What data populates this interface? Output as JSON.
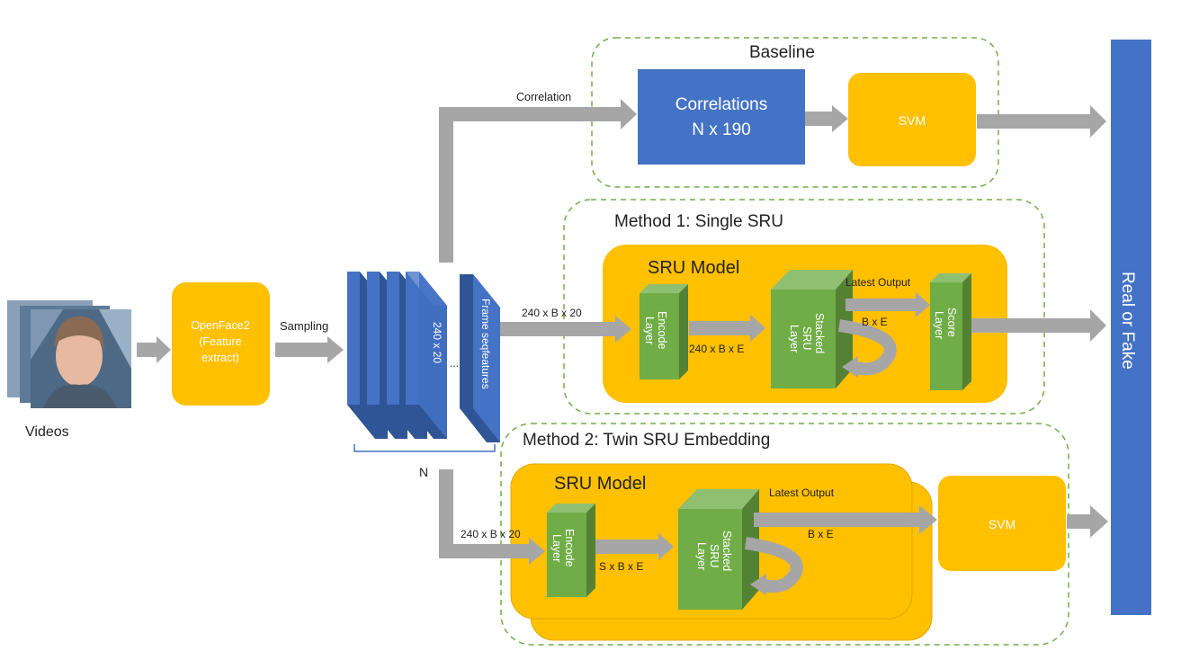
{
  "inputs": {
    "videos_label": "Videos",
    "openface": [
      "OpenFace2",
      "(Feature",
      "extract)"
    ],
    "sampling_label": "Sampling",
    "feature_stack_label": "240 x 20",
    "ellipsis": "...",
    "frame_seq_label": "Frame seqfeatures",
    "n_label": "N"
  },
  "baseline": {
    "title": "Baseline",
    "correlation_label": "Correlation",
    "correlations_box": [
      "Correlations",
      "N x 190"
    ],
    "svm_label": "SVM"
  },
  "method1": {
    "title": "Method 1: Single SRU",
    "sru_model_title": "SRU Model",
    "input_label": "240 x B x 20",
    "encode_layer": [
      "Encode",
      "Layer"
    ],
    "encode_out_label": "240 x B x E",
    "stacked_sru": [
      "Stacked",
      "SRU",
      "Layer"
    ],
    "latest_output_label": "Latest Output",
    "bxe_label": "B x E",
    "score_layer": [
      "Score",
      "Layer"
    ]
  },
  "method2": {
    "title": "Method 2: Twin SRU Embedding",
    "sru_model_title": "SRU Model",
    "input_label": "240 x B x 20",
    "encode_layer": [
      "Encode",
      "Layer"
    ],
    "encode_out_label": "S x B x E",
    "stacked_sru": [
      "Stacked",
      "SRU",
      "Layer"
    ],
    "latest_output_label": "Latest Output",
    "bxe_label": "B x E",
    "svm_label": "SVM"
  },
  "output": {
    "label": "Real or Fake"
  },
  "colors": {
    "orange": "#ffc000",
    "blue": "#4472c4",
    "green": "#70ad47",
    "gray": "#a6a6a6",
    "dashed": "#70ad47"
  }
}
